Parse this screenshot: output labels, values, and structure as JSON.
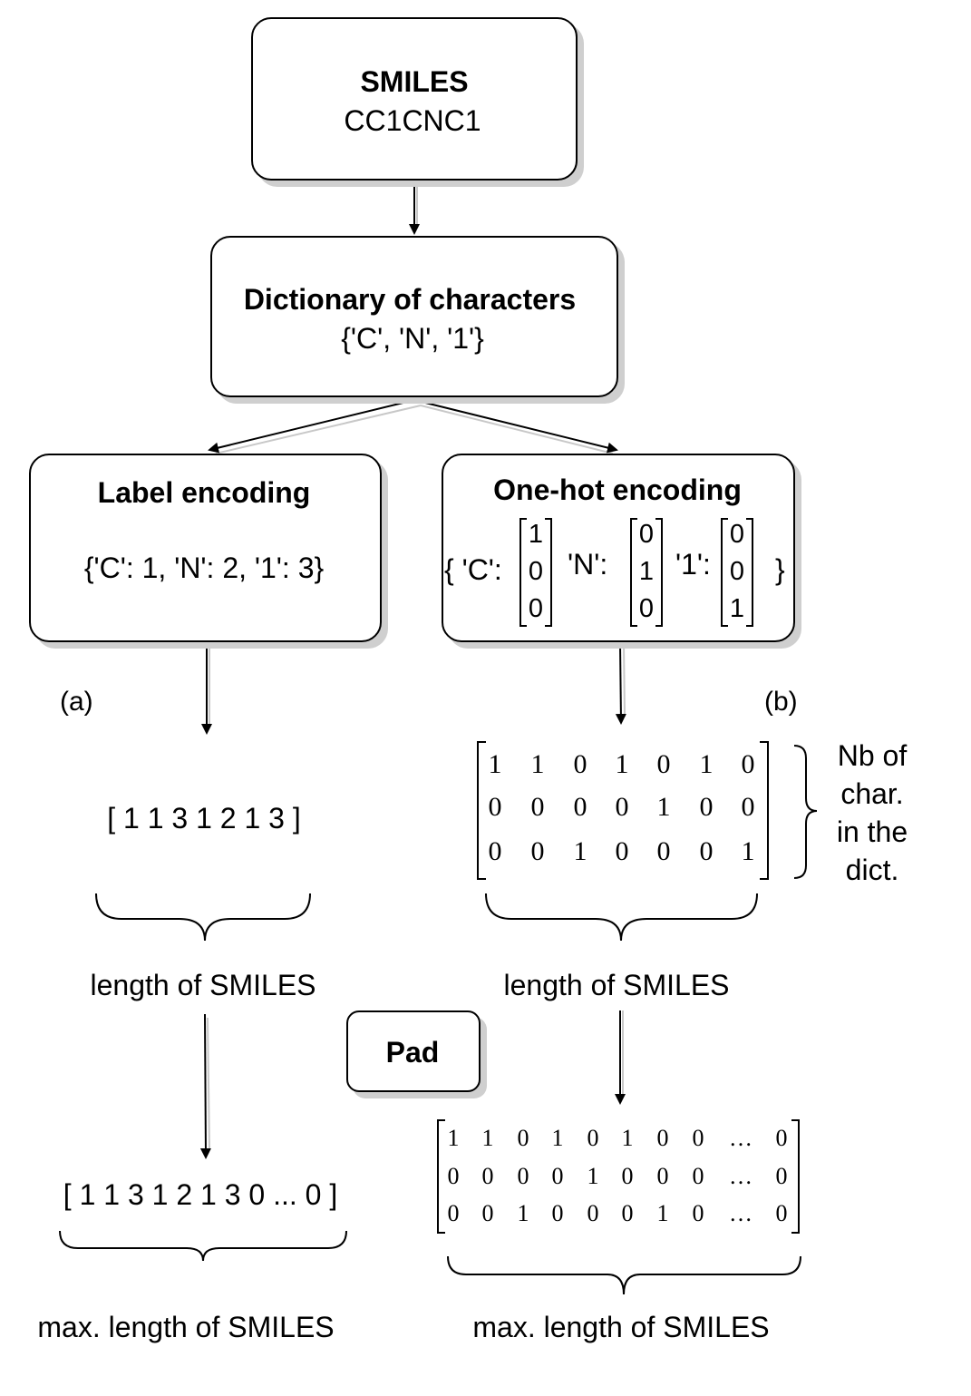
{
  "smiles_box": {
    "title": "SMILES",
    "value": "CC1CNC1"
  },
  "dict_box": {
    "title": "Dictionary of characters",
    "value": "{'C', 'N', '1'}"
  },
  "label_box": {
    "title": "Label encoding",
    "value": "{'C': 1, 'N': 2, '1': 3}"
  },
  "onehot_box": {
    "title": "One-hot encoding",
    "open_brace": "{ 'C':",
    "key_n": "'N':",
    "key_1": "'1':",
    "close_brace": "}",
    "vec_c": [
      "1",
      "0",
      "0"
    ],
    "vec_n": [
      "0",
      "1",
      "0"
    ],
    "vec_1": [
      "0",
      "0",
      "1"
    ]
  },
  "tag_a": "(a)",
  "tag_b": "(b)",
  "label_seq": "[ 1 1 3 1 2 1 3 ]",
  "label_len": "length of SMILES",
  "label_padded": "[ 1 1 3 1 2 1 3 0 ... 0 ]",
  "label_max": "max. length of SMILES",
  "onehot_matrix": [
    [
      "1",
      "1",
      "0",
      "1",
      "0",
      "1",
      "0"
    ],
    [
      "0",
      "0",
      "0",
      "0",
      "1",
      "0",
      "0"
    ],
    [
      "0",
      "0",
      "1",
      "0",
      "0",
      "0",
      "1"
    ]
  ],
  "nb_chars": [
    "Nb of",
    "char.",
    "in the",
    "dict."
  ],
  "onehot_len": "length of SMILES",
  "pad_label": "Pad",
  "padded_matrix": [
    [
      "1",
      "1",
      "0",
      "1",
      "0",
      "1",
      "0",
      "0",
      "…",
      "0"
    ],
    [
      "0",
      "0",
      "0",
      "0",
      "1",
      "0",
      "0",
      "0",
      "…",
      "0"
    ],
    [
      "0",
      "0",
      "1",
      "0",
      "0",
      "0",
      "1",
      "0",
      "…",
      "0"
    ]
  ],
  "onehot_max": "max. length of SMILES"
}
